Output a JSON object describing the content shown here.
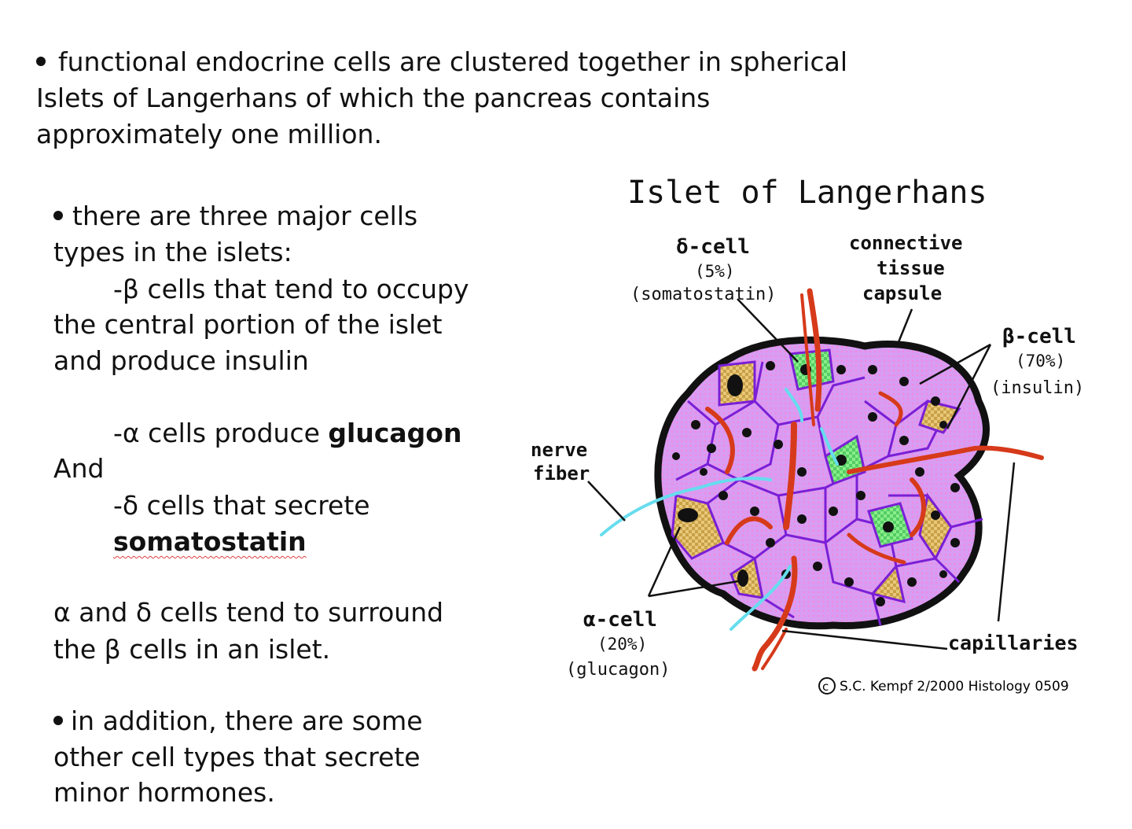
{
  "intro": {
    "line1": "functional endocrine cells are clustered together in spherical",
    "line2": "Islets of Langerhans  of which the pancreas contains",
    "line3": "approximately one million."
  },
  "cells": {
    "line1": "there are three major cells",
    "line2": "types in the islets:",
    "beta_line1": "-β cells that tend to occupy",
    "beta_line2": "the central portion of the islet",
    "beta_line3": "and produce insulin",
    "alpha_prefix": "-α cells produce ",
    "alpha_bold": "glucagon",
    "and": "And",
    "delta_line1": "-δ cells that secrete",
    "delta_bold": "somatostatin"
  },
  "surround": {
    "line1": "α and δ cells tend to surround",
    "line2": "the β cells in an islet."
  },
  "other": {
    "line1": "in addition, there are some",
    "line2": "other cell types that secrete",
    "line3": "minor hormones."
  },
  "diagram": {
    "title": "Islet of Langerhans",
    "delta_name": "δ-cell",
    "delta_pct": "(5%)",
    "delta_hormone": "(somatostatin)",
    "capsule_1": "connective",
    "capsule_2": "tissue",
    "capsule_3": "capsule",
    "beta_name": "β-cell",
    "beta_pct": "(70%)",
    "beta_hormone": "(insulin)",
    "nerve_1": "nerve",
    "nerve_2": "fiber",
    "alpha_name": "α-cell",
    "alpha_pct": "(20%)",
    "alpha_hormone": "(glucagon)",
    "capillaries": "capillaries",
    "credit": "S.C. Kempf  2/2000  Histology 0509"
  },
  "colors": {
    "beta_cell": "#cc88ee",
    "cell_border": "#7a1fd6",
    "alpha_cell": "#d8b060",
    "delta_cell": "#66dd77",
    "capillary": "#d63a1a",
    "nerve": "#66ddee",
    "capsule": "#111111"
  }
}
